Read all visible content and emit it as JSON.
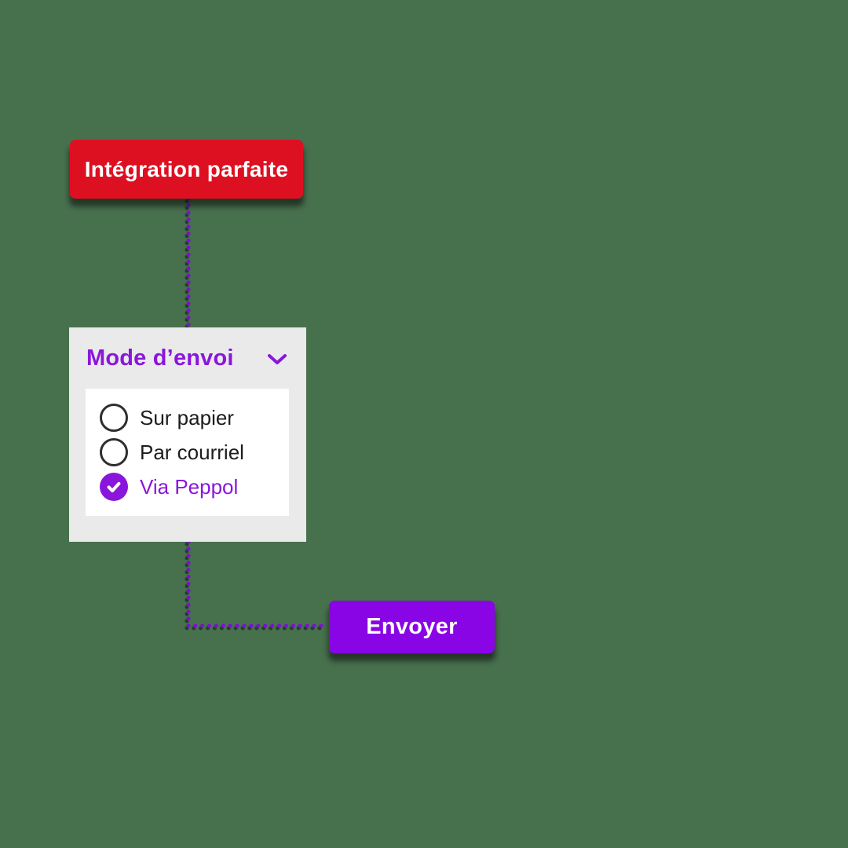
{
  "colors": {
    "background": "#47704D",
    "accent_red": "#DD1021",
    "accent_purple": "#8A05E6",
    "title_purple": "#8A16DB",
    "connector_purple": "#7E0FD8",
    "card_bg": "#EAEAEB",
    "panel_bg": "#FFFFFF",
    "option_text": "#1C1C1C",
    "button_text": "#FFFFFF"
  },
  "integration_button": {
    "label": "Intégration parfaite"
  },
  "card": {
    "title": "Mode d’envoi",
    "chevron_icon": "chevron-down",
    "options": [
      {
        "label": "Sur papier",
        "selected": false,
        "icon": "radio-unchecked"
      },
      {
        "label": "Par courriel",
        "selected": false,
        "icon": "radio-unchecked"
      },
      {
        "label": "Via Peppol",
        "selected": true,
        "icon": "radio-checked"
      }
    ]
  },
  "send_button": {
    "label": "Envoyer"
  }
}
